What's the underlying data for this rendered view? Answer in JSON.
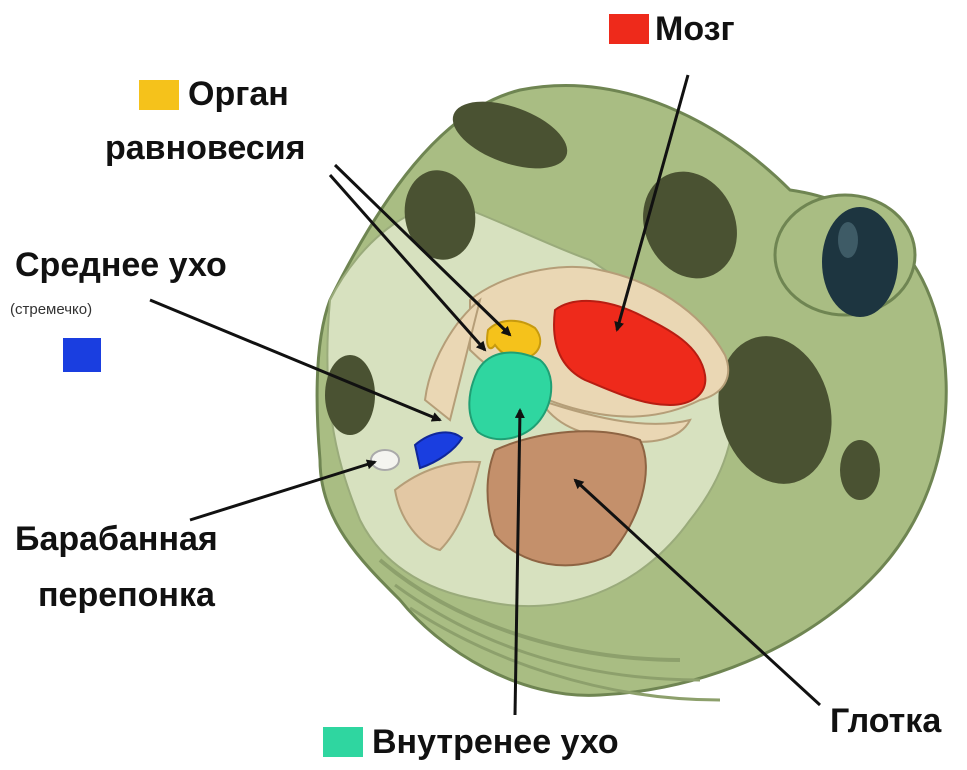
{
  "labels": {
    "brain": "Мозг",
    "organ_line1": "Орган",
    "organ_line2": "равновесия",
    "middle_ear": "Среднее ухо",
    "stapes": "(стремечко)",
    "eardrum_line1": "Барабанная",
    "eardrum_line2": "перепонка",
    "inner_ear": "Внутренее ухо",
    "pharynx": "Глотка"
  },
  "colors": {
    "brain": "#ee2a1b",
    "balance_organ": "#f5c21b",
    "middle_ear": "#1a3ee0",
    "inner_ear": "#2fd6a0",
    "pharynx": "#c4906b",
    "skin": "#a9bd83",
    "skin_dark": "#7e9560",
    "spots": "#4a5232",
    "eye": "#1d3540",
    "bone": "#ead7b4"
  },
  "icons": [
    "frog-head-illustration",
    "label-pointer-arrows"
  ]
}
